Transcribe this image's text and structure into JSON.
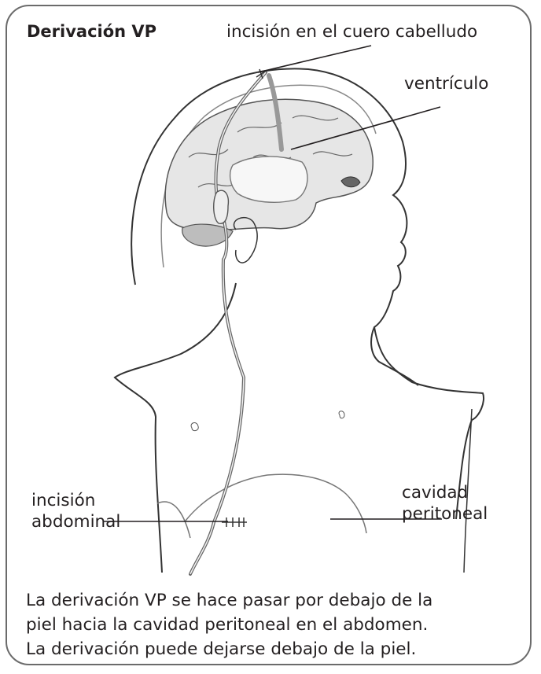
{
  "figure": {
    "title": "Derivación VP",
    "labels": {
      "scalp_incision": "incisión en el cuero cabelludo",
      "ventricle": "ventrículo",
      "abdominal_incision": [
        "incisión",
        "abdominal"
      ],
      "peritoneal_cavity": [
        "cavidad",
        "peritoneal"
      ]
    },
    "caption_lines": [
      "La derivación VP se hace pasar por debajo de la",
      "piel hacia la cavidad peritoneal en el abdomen.",
      "La derivación puede dejarse debajo de la piel."
    ]
  }
}
